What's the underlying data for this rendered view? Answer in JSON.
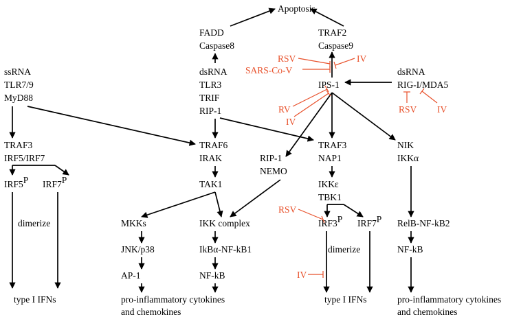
{
  "colors": {
    "text": "#000000",
    "virus": "#e8502a"
  },
  "nodes": {
    "apoptosis": "Apoptosis",
    "fadd": [
      "FADD",
      "Caspase8"
    ],
    "traf2": [
      "TRAF2",
      "Caspase9"
    ],
    "ssrna": [
      "ssRNA",
      "TLR7/9",
      "MyD88"
    ],
    "dsrna_tlr3": [
      "dsRNA",
      "TLR3",
      "TRIF",
      "RIP-1"
    ],
    "ips1": "IPS-1",
    "rigi": [
      "dsRNA",
      "RIG-I/MDA5"
    ],
    "traf3_left": [
      "TRAF3",
      "IRF5/IRF7"
    ],
    "traf6": [
      "TRAF6",
      "IRAK"
    ],
    "rip1_nemo": [
      "RIP-1",
      "NEMO"
    ],
    "traf3_mid": [
      "TRAF3",
      "NAP1"
    ],
    "nik": [
      "NIK",
      "IKKα"
    ],
    "irf5": "IRF5",
    "irf7_left": "IRF7",
    "tak1": "TAK1",
    "ikke": [
      "IKKε",
      "TBK1"
    ],
    "mkks": "MKKs",
    "ikk_complex": "IKK complex",
    "irf3": "IRF3",
    "irf7_right": "IRF7",
    "relb": "RelB-NF-kB2",
    "dimerize_left": "dimerize",
    "dimerize_right": "dimerize",
    "jnk": "JNK/p38",
    "ikba": "IkBα-NF-kB1",
    "nfkb_right": "NF-kB",
    "ap1": "AP-1",
    "nfkb_mid": "NF-kB",
    "superscript_p": "P",
    "out_ifn_left": "type I IFNs",
    "out_cyto_left": [
      "pro-inflammatory cytokines",
      "and chemokines"
    ],
    "out_ifn_right": "type I IFNs",
    "out_cyto_right": [
      "pro-inflammatory cytokines",
      "and chemokines"
    ]
  },
  "viruses": {
    "rsv_top": "RSV",
    "iv_top": "IV",
    "sarscov": "SARS-Co-V",
    "rv": "RV",
    "iv_ips": "IV",
    "rsv_rig": "RSV",
    "iv_rig": "IV",
    "rsv_irf3": "RSV",
    "iv_bottom": "IV"
  }
}
